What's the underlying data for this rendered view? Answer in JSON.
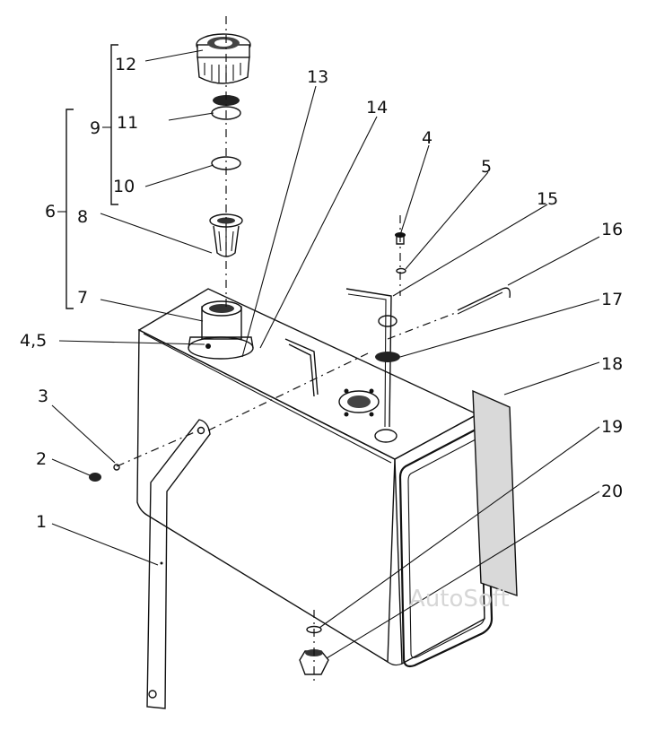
{
  "diagram": {
    "callouts": [
      {
        "id": "c12",
        "text": "12"
      },
      {
        "id": "c11",
        "text": "11"
      },
      {
        "id": "c10",
        "text": "10"
      },
      {
        "id": "c9",
        "text": "9"
      },
      {
        "id": "c8",
        "text": "8"
      },
      {
        "id": "c6",
        "text": "6"
      },
      {
        "id": "c7",
        "text": "7"
      },
      {
        "id": "c45",
        "text": "4,5"
      },
      {
        "id": "c3",
        "text": "3"
      },
      {
        "id": "c2",
        "text": "2"
      },
      {
        "id": "c1",
        "text": "1"
      },
      {
        "id": "c13",
        "text": "13"
      },
      {
        "id": "c14",
        "text": "14"
      },
      {
        "id": "c4",
        "text": "4"
      },
      {
        "id": "c5",
        "text": "5"
      },
      {
        "id": "c15",
        "text": "15"
      },
      {
        "id": "c16",
        "text": "16"
      },
      {
        "id": "c17",
        "text": "17"
      },
      {
        "id": "c18",
        "text": "18"
      },
      {
        "id": "c19",
        "text": "19"
      },
      {
        "id": "c20",
        "text": "20"
      }
    ],
    "watermark": "AutoSoft"
  }
}
